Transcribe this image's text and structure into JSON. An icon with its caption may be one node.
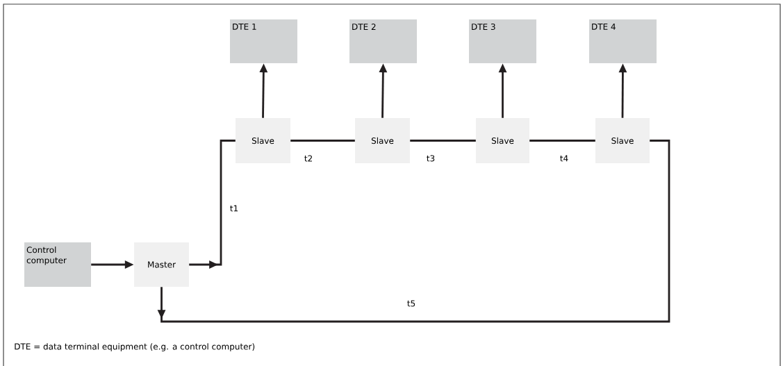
{
  "diagram": {
    "caption": "DTE = data terminal equipment (e.g. a control computer)",
    "nodes": [
      {
        "text": [
          "DTE 1"
        ]
      },
      {
        "text": [
          "DTE 2"
        ]
      },
      {
        "text": [
          "DTE 3"
        ]
      },
      {
        "text": [
          "DTE 4"
        ]
      },
      {
        "text": [
          "Slave"
        ]
      },
      {
        "text": [
          "Slave"
        ]
      },
      {
        "text": [
          "Slave"
        ]
      },
      {
        "text": [
          "Slave"
        ]
      },
      {
        "text": [
          "Control computer"
        ]
      },
      {
        "text": [
          "Master"
        ]
      }
    ],
    "edges": [
      {
        "from": 8,
        "to": 9,
        "arrow": "to"
      },
      {
        "from": 9,
        "to": 4,
        "arrow": "to",
        "label": "t1"
      },
      {
        "from": 4,
        "to": 5,
        "arrow": "none",
        "label": "t2"
      },
      {
        "from": 5,
        "to": 6,
        "arrow": "none",
        "label": "t3"
      },
      {
        "from": 6,
        "to": 7,
        "arrow": "none",
        "label": "t4"
      },
      {
        "from": 9,
        "to": 7,
        "arrow": "to",
        "label": "t5"
      },
      {
        "from": 4,
        "to": 0,
        "arrow": "to"
      },
      {
        "from": 5,
        "to": 1,
        "arrow": "to"
      },
      {
        "from": 6,
        "to": 2,
        "arrow": "to"
      },
      {
        "from": 7,
        "to": 3,
        "arrow": "to"
      }
    ]
  }
}
